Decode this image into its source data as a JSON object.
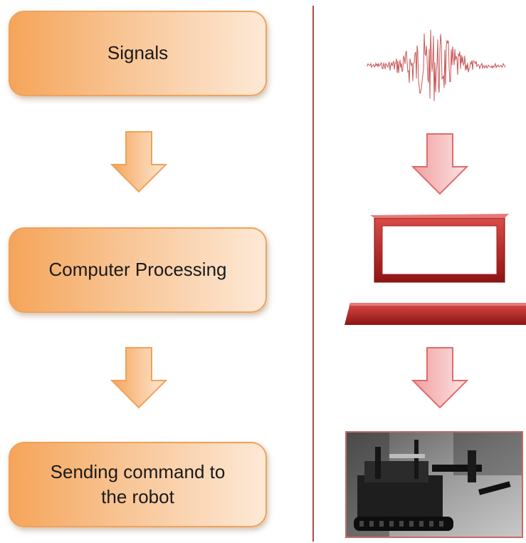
{
  "left_flow": {
    "step1": "Signals",
    "step2": "Computer Processing",
    "step3_line1": "Sending command to",
    "step3_line2": "the robot"
  },
  "colors": {
    "box_orange": "#f5a55a",
    "box_border": "#f0a25a",
    "arrow_pink": "#f4b6b6",
    "dark_red": "#b01c1c",
    "divider": "#b24a46"
  },
  "icons": [
    "down-arrow-icon",
    "signal-waveform",
    "processing-frame",
    "robot-photo"
  ]
}
